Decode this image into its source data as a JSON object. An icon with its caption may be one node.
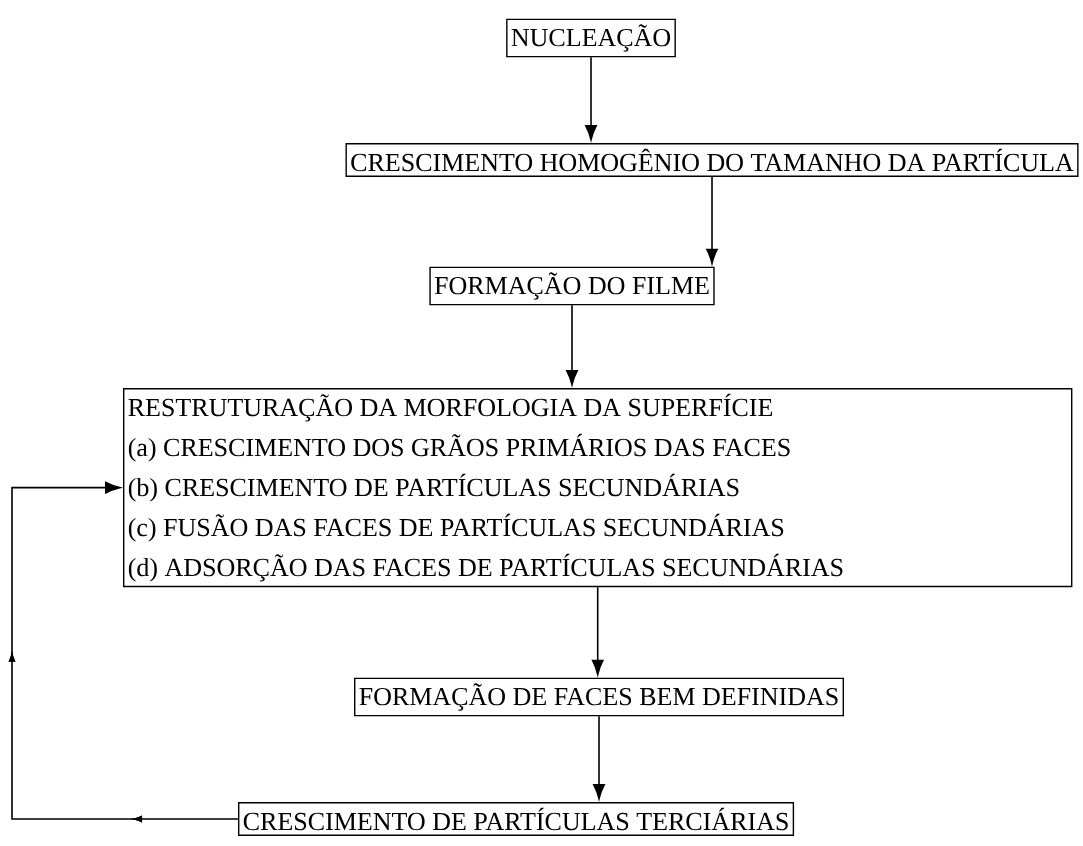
{
  "diagram": {
    "nodes": [
      {
        "text": [
          "NUCLEAÇÃO"
        ]
      },
      {
        "text": [
          "CRESCIMENTO HOMOGÊNIO DO TAMANHO DA PARTÍCULA"
        ]
      },
      {
        "text": [
          "FORMAÇÃO DO FILME"
        ]
      },
      {
        "text": [
          "RESTRUTURAÇÃO DA MORFOLOGIA DA SUPERFÍCIE",
          "(a) CRESCIMENTO DOS GRÃOS PRIMÁRIOS DAS FACES",
          "(b) CRESCIMENTO DE PARTÍCULAS SECUNDÁRIAS",
          "(c) FUSÃO DAS FACES DE PARTÍCULAS SECUNDÁRIAS",
          "(d) ADSORÇÃO DAS FACES DE PARTÍCULAS SECUNDÁRIAS"
        ]
      },
      {
        "text": [
          "FORMAÇÃO DE FACES BEM DEFINIDAS"
        ]
      },
      {
        "text": [
          "CRESCIMENTO DE PARTÍCULAS TERCIÁRIAS"
        ]
      }
    ],
    "edges": [
      {
        "from": 0,
        "to": 1,
        "arrow": "to"
      },
      {
        "from": 1,
        "to": 2,
        "arrow": "to"
      },
      {
        "from": 2,
        "to": 3,
        "arrow": "to"
      },
      {
        "from": 3,
        "to": 4,
        "arrow": "to"
      },
      {
        "from": 4,
        "to": 5,
        "arrow": "to"
      },
      {
        "from": 5,
        "to": 3,
        "arrow": "to"
      }
    ]
  }
}
